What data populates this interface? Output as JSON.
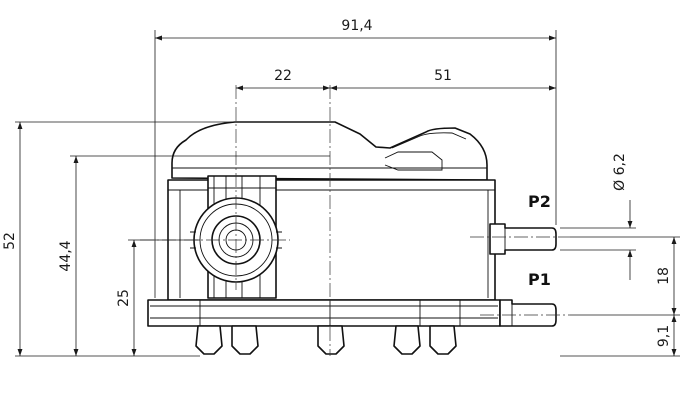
{
  "dimensions": {
    "overall_width": "91,4",
    "left_section": "22",
    "right_section": "51",
    "height_total": "52",
    "height_mid": "44,4",
    "height_port_center": "25",
    "port_diameter": "Ø 6,2",
    "port_spacing": "18",
    "port_p1_height": "9,1"
  },
  "ports": {
    "p2": "P2",
    "p1": "P1"
  }
}
